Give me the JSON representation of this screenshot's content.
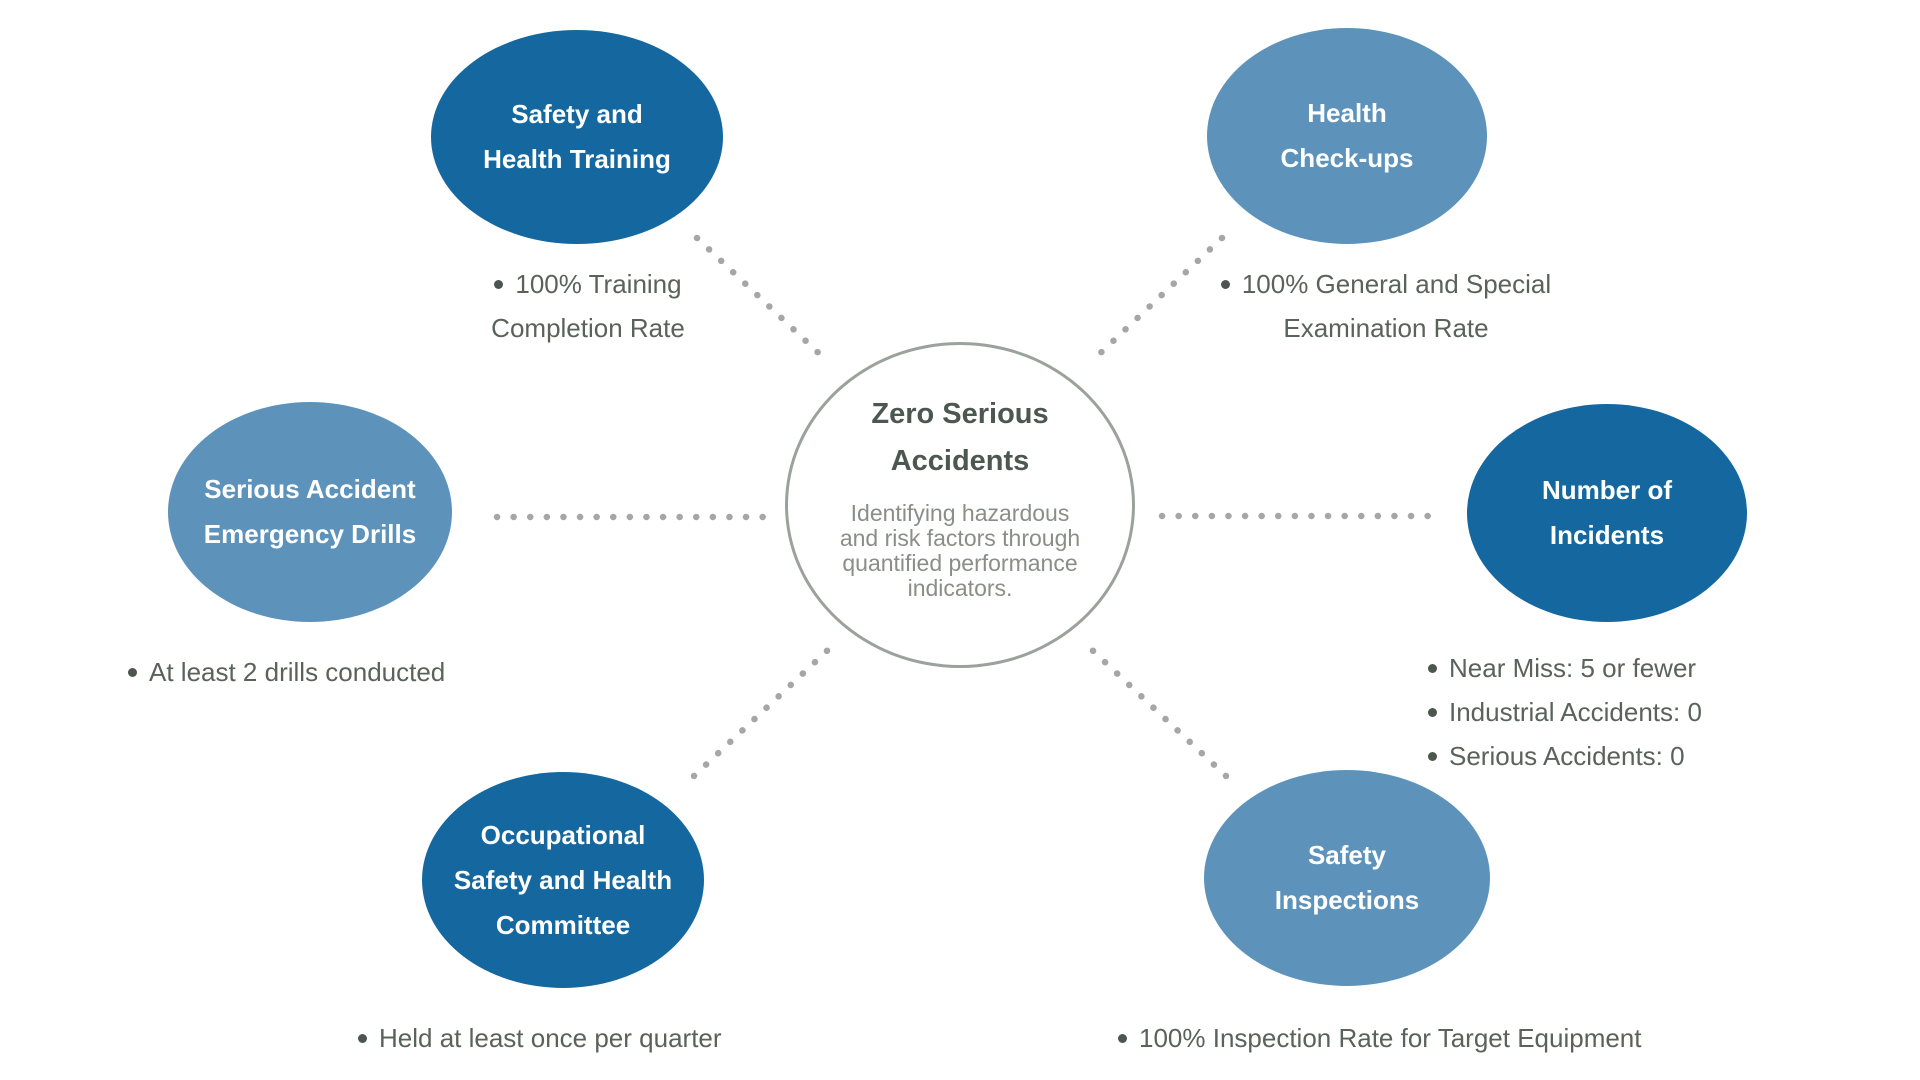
{
  "colors": {
    "dark_blue": "#15689f",
    "light_blue": "#5d93bb",
    "circle_border": "#9aa29b",
    "center_title": "#4b574f",
    "center_description": "#898e87",
    "metric_text": "#59625b",
    "bullet_dot": "#4c554e",
    "connector_dot": "#a6a6a6",
    "node_label": "#ffffff"
  },
  "center": {
    "title_lines": [
      "Zero Serious",
      "Accidents"
    ],
    "description_lines": [
      "Identifying hazardous",
      "and risk factors through",
      "quantified performance",
      "indicators."
    ]
  },
  "nodes": [
    {
      "id": "safety-health-training",
      "tone": "dark",
      "label_lines": [
        "Safety and",
        "Health Training"
      ],
      "metric_lines": [
        "100% Training",
        "Completion Rate"
      ]
    },
    {
      "id": "health-check-ups",
      "tone": "light",
      "label_lines": [
        "Health",
        "Check-ups"
      ],
      "metric_lines": [
        "100% General and Special",
        "Examination Rate"
      ]
    },
    {
      "id": "serious-accident-emergency-drills",
      "tone": "light",
      "label_lines": [
        "Serious Accident",
        "Emergency Drills"
      ],
      "metric_lines": [
        "At least 2 drills conducted"
      ]
    },
    {
      "id": "number-of-incidents",
      "tone": "dark",
      "label_lines": [
        "Number of",
        "Incidents"
      ],
      "metric_lines": [
        "Near Miss: 5 or fewer",
        "Industrial Accidents: 0",
        "Serious Accidents: 0"
      ]
    },
    {
      "id": "occupational-safety-health-committee",
      "tone": "dark",
      "label_lines": [
        "Occupational",
        "Safety and Health",
        "Committee"
      ],
      "metric_lines": [
        "Held at least once per quarter"
      ]
    },
    {
      "id": "safety-inspections",
      "tone": "light",
      "label_lines": [
        "Safety",
        "Inspections"
      ],
      "metric_lines": [
        "100% Inspection Rate for Target Equipment"
      ]
    }
  ]
}
